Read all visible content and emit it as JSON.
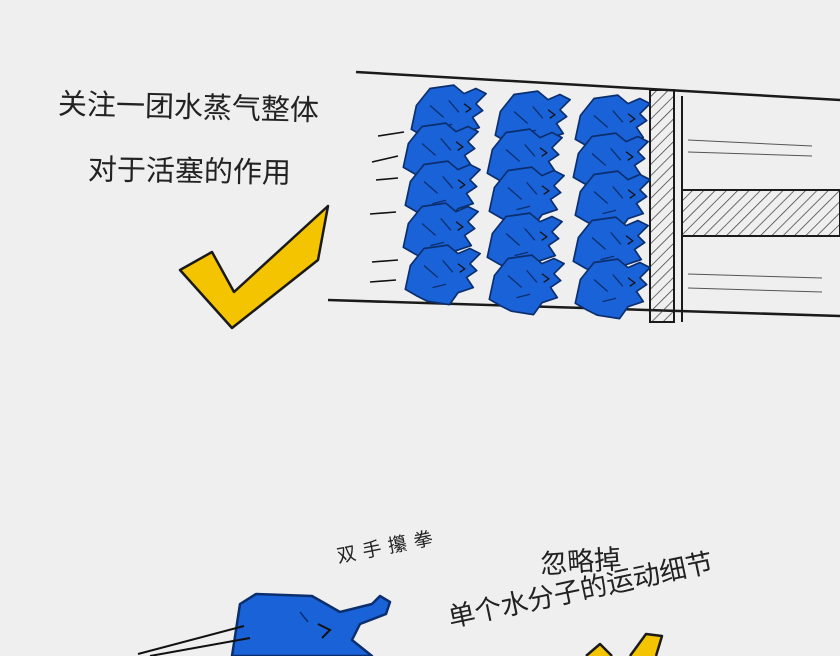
{
  "captions": {
    "top_line1": "关注一团水蒸气整体",
    "top_line2": "对于活塞的作用",
    "hand_note": "双手攥拳",
    "bottom_line1": "忽略掉",
    "bottom_line2": "单个水分子的运动细节"
  },
  "colors": {
    "background": "#efefef",
    "molecule_blue": "#1a62d8",
    "check_yellow": "#f5c400",
    "ink": "#1a1a1a"
  },
  "icons": {
    "check": "check-mark-icon",
    "cross": "cross-mark-icon"
  }
}
